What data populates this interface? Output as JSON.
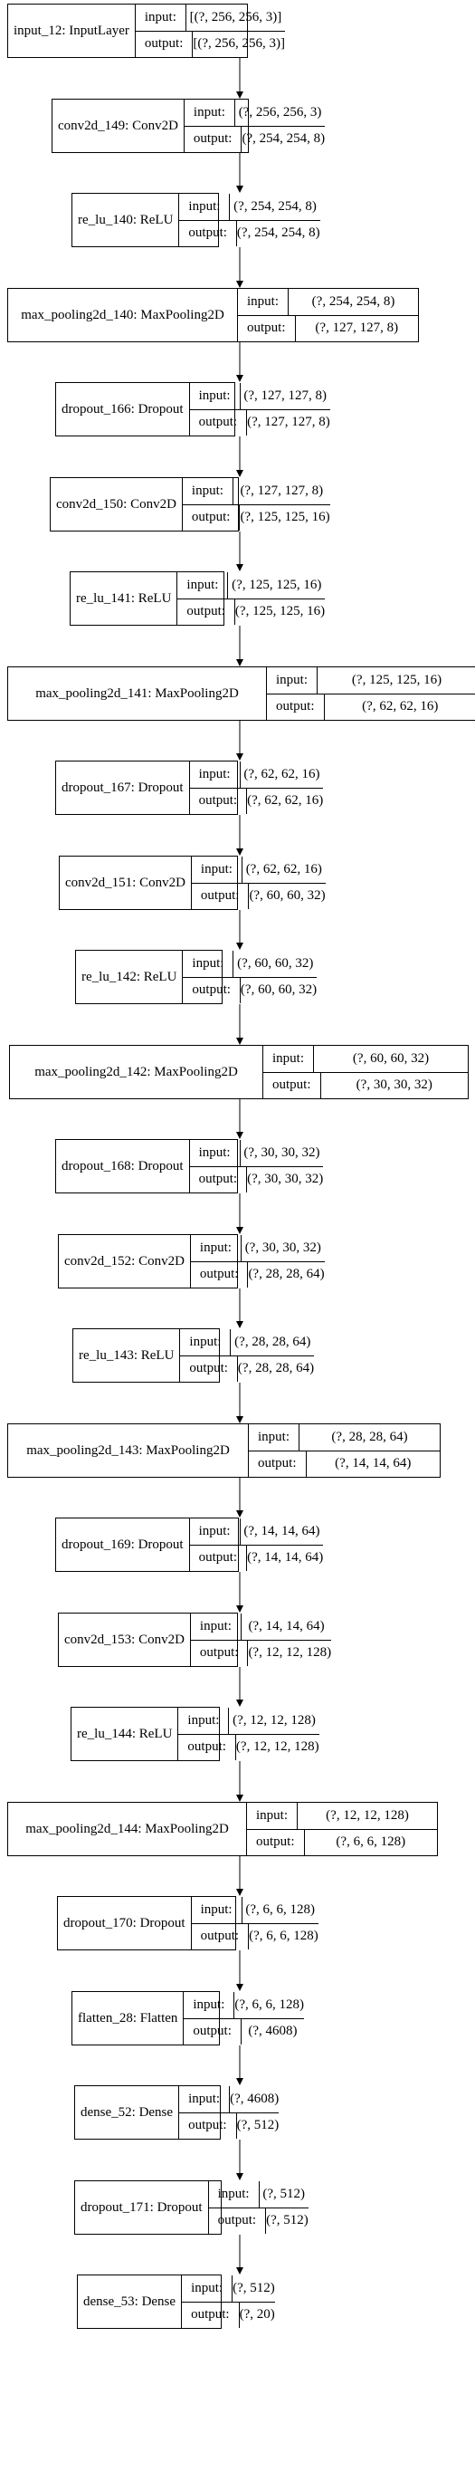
{
  "input_label": "input:",
  "output_label": "output:",
  "layers": [
    {
      "name": "input_12: InputLayer",
      "input": "[(?, 256, 256, 3)]",
      "output": "[(?, 256, 256, 3)]"
    },
    {
      "name": "conv2d_149: Conv2D",
      "input": "(?, 256, 256, 3)",
      "output": "(?, 254, 254, 8)"
    },
    {
      "name": "re_lu_140: ReLU",
      "input": "(?, 254, 254, 8)",
      "output": "(?, 254, 254, 8)"
    },
    {
      "name": "max_pooling2d_140: MaxPooling2D",
      "input": "(?, 254, 254, 8)",
      "output": "(?, 127, 127, 8)"
    },
    {
      "name": "dropout_166: Dropout",
      "input": "(?, 127, 127, 8)",
      "output": "(?, 127, 127, 8)"
    },
    {
      "name": "conv2d_150: Conv2D",
      "input": "(?, 127, 127, 8)",
      "output": "(?, 125, 125, 16)"
    },
    {
      "name": "re_lu_141: ReLU",
      "input": "(?, 125, 125, 16)",
      "output": "(?, 125, 125, 16)"
    },
    {
      "name": "max_pooling2d_141: MaxPooling2D",
      "input": "(?, 125, 125, 16)",
      "output": "(?, 62, 62, 16)"
    },
    {
      "name": "dropout_167: Dropout",
      "input": "(?, 62, 62, 16)",
      "output": "(?, 62, 62, 16)"
    },
    {
      "name": "conv2d_151: Conv2D",
      "input": "(?, 62, 62, 16)",
      "output": "(?, 60, 60, 32)"
    },
    {
      "name": "re_lu_142: ReLU",
      "input": "(?, 60, 60, 32)",
      "output": "(?, 60, 60, 32)"
    },
    {
      "name": "max_pooling2d_142: MaxPooling2D",
      "input": "(?, 60, 60, 32)",
      "output": "(?, 30, 30, 32)"
    },
    {
      "name": "dropout_168: Dropout",
      "input": "(?, 30, 30, 32)",
      "output": "(?, 30, 30, 32)"
    },
    {
      "name": "conv2d_152: Conv2D",
      "input": "(?, 30, 30, 32)",
      "output": "(?, 28, 28, 64)"
    },
    {
      "name": "re_lu_143: ReLU",
      "input": "(?, 28, 28, 64)",
      "output": "(?, 28, 28, 64)"
    },
    {
      "name": "max_pooling2d_143: MaxPooling2D",
      "input": "(?, 28, 28, 64)",
      "output": "(?, 14, 14, 64)"
    },
    {
      "name": "dropout_169: Dropout",
      "input": "(?, 14, 14, 64)",
      "output": "(?, 14, 14, 64)"
    },
    {
      "name": "conv2d_153: Conv2D",
      "input": "(?, 14, 14, 64)",
      "output": "(?, 12, 12, 128)"
    },
    {
      "name": "re_lu_144: ReLU",
      "input": "(?, 12, 12, 128)",
      "output": "(?, 12, 12, 128)"
    },
    {
      "name": "max_pooling2d_144: MaxPooling2D",
      "input": "(?, 12, 12, 128)",
      "output": "(?, 6, 6, 128)"
    },
    {
      "name": "dropout_170: Dropout",
      "input": "(?, 6, 6, 128)",
      "output": "(?, 6, 6, 128)"
    },
    {
      "name": "flatten_28: Flatten",
      "input": "(?, 6, 6, 128)",
      "output": "(?, 4608)"
    },
    {
      "name": "dense_52: Dense",
      "input": "(?, 4608)",
      "output": "(?, 512)"
    },
    {
      "name": "dropout_171: Dropout",
      "input": "(?, 512)",
      "output": "(?, 512)"
    },
    {
      "name": "dense_53: Dense",
      "input": "(?, 512)",
      "output": "(?, 20)"
    }
  ]
}
